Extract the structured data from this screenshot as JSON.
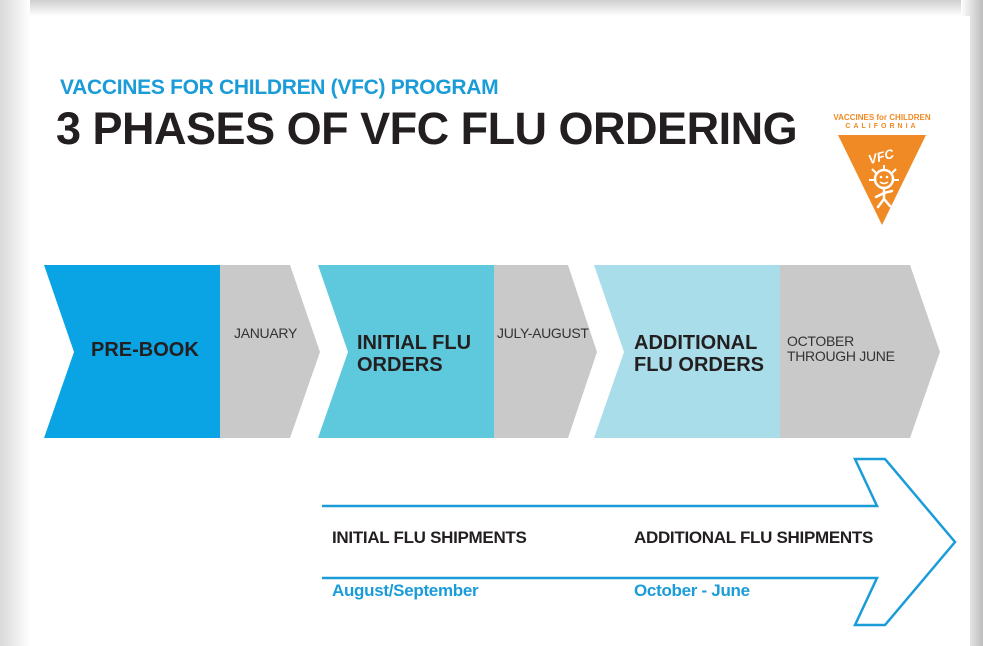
{
  "header": {
    "kicker": "VACCINES FOR CHILDREN (VFC) PROGRAM",
    "title": "3 PHASES OF VFC FLU ORDERING"
  },
  "logo": {
    "line1": "VACCINES for CHILDREN",
    "line2": "CALIFORNIA",
    "badge": "VFC",
    "color": "#f08a24"
  },
  "phases": [
    {
      "name": "PRE-BOOK",
      "period": "JANUARY",
      "color": "#0aa4e4"
    },
    {
      "name_line1": "INITIAL FLU",
      "name_line2": "ORDERS",
      "period": "JULY-AUGUST",
      "color": "#5ec8dc"
    },
    {
      "name_line1": "ADDITIONAL",
      "name_line2": "FLU ORDERS",
      "period_line1": "OCTOBER",
      "period_line2": "THROUGH JUNE",
      "color": "#a8dde9"
    }
  ],
  "period_color": "#c9c9c9",
  "shipments": [
    {
      "label": "INITIAL FLU SHIPMENTS",
      "date": "August/September"
    },
    {
      "label": "ADDITIONAL FLU SHIPMENTS",
      "date": "October - June"
    }
  ],
  "arrow_color": "#1a9cd8"
}
